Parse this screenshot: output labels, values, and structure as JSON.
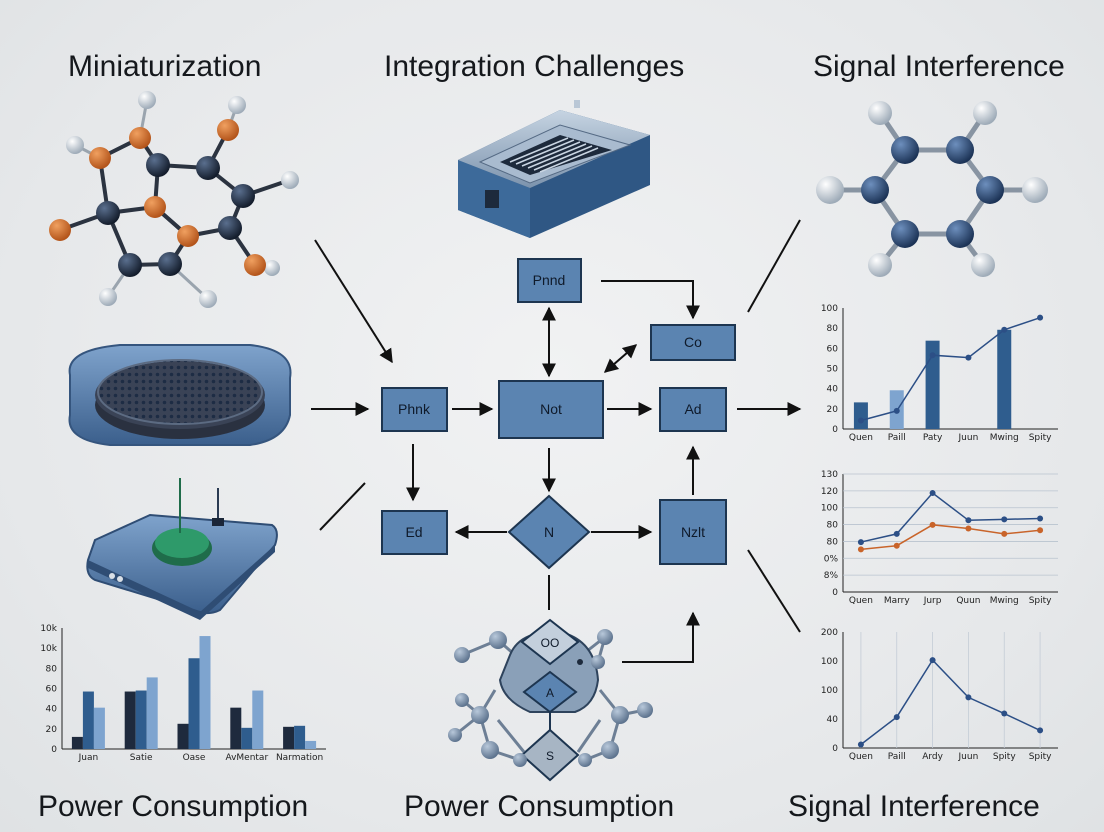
{
  "headings": {
    "top_left": "Miniaturization",
    "top_center": "Integration Challenges",
    "top_right": "Signal Interference",
    "bottom_left": "Power Consumption",
    "bottom_center": "Power Consumption",
    "bottom_right": "Signal Interference"
  },
  "flow_nodes": {
    "pnnd": "Pnnd",
    "co": "Co",
    "phnk": "Phnk",
    "not": "Not",
    "ad": "Ad",
    "ed": "Ed",
    "n": "N",
    "nzlt": "Nzlt",
    "oo": "OO",
    "a": "A",
    "s": "S"
  },
  "colors": {
    "node_fill": "#5b84b1",
    "node_stroke": "#1d3550",
    "bar_dark": "#2f5d8e",
    "bar_light": "#7ea4cf",
    "bar_black": "#1e2a3d",
    "line_blue": "#2c4f86",
    "line_orange": "#c9642a",
    "atom_orange": "#d2691e",
    "atom_dark": "#1b2638"
  },
  "chart_data": [
    {
      "type": "bar",
      "categories": [
        "Juan",
        "Satie",
        "Oase",
        "AvMentar",
        "Narmation"
      ],
      "series": [
        {
          "values": [
            12,
            57,
            25,
            41,
            22
          ]
        },
        {
          "values": [
            57,
            58,
            90,
            21,
            23
          ]
        },
        {
          "values": [
            41,
            71,
            112,
            58,
            8
          ]
        }
      ],
      "yticks": [
        "0",
        "20",
        "40",
        "60",
        "80",
        "10k",
        "10k"
      ],
      "ylim": [
        0,
        120
      ]
    },
    {
      "type": "bar",
      "categories": [
        "Quen",
        "Paill",
        "Paty",
        "Juun",
        "Mwing",
        "Spity"
      ],
      "bars": [
        22,
        32,
        73,
        0,
        82,
        0
      ],
      "line": [
        7,
        15,
        61,
        59,
        82,
        92
      ],
      "yticks": [
        "0",
        "20",
        "40",
        "50",
        "60",
        "80",
        "100"
      ],
      "ylim": [
        0,
        100
      ]
    },
    {
      "type": "line",
      "categories": [
        "Quen",
        "Marry",
        "Jurp",
        "Quun",
        "Mwing",
        "Spity"
      ],
      "series": [
        {
          "values": [
            55,
            64,
            109,
            79,
            80,
            81
          ]
        },
        {
          "values": [
            47,
            51,
            74,
            70,
            64,
            68
          ]
        }
      ],
      "yticks": [
        "0",
        "8%",
        "0%",
        "80",
        "80",
        "100",
        "120",
        "130"
      ],
      "ylim": [
        0,
        130
      ]
    },
    {
      "type": "line",
      "categories": [
        "Quen",
        "Paill",
        "Ardy",
        "Juun",
        "Spity",
        "Spity"
      ],
      "series": [
        {
          "values": [
            5,
            44,
            125,
            72,
            49,
            25
          ]
        }
      ],
      "yticks": [
        "0",
        "40",
        "100",
        "100",
        "200"
      ],
      "ylim": [
        0,
        165
      ]
    }
  ]
}
